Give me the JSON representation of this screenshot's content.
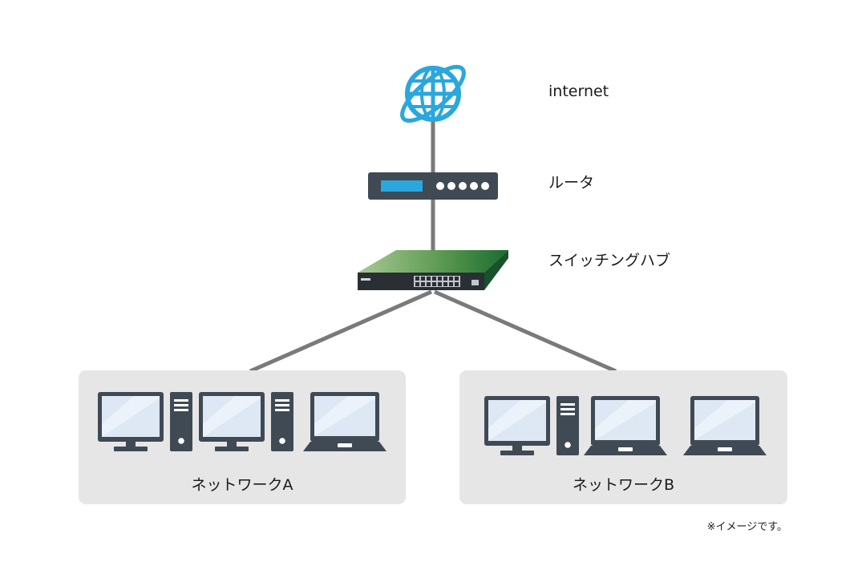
{
  "labels": {
    "internet": "internet",
    "router": "ルータ",
    "switch": "スイッチングハブ",
    "network_a": "ネットワークA",
    "network_b": "ネットワークB",
    "note": "※イメージです。"
  },
  "colors": {
    "globe": "#2aa7dc",
    "device_body": "#3f4a55",
    "screen": "#dde8f4",
    "router_display": "#2aa7dc",
    "switch_dark": "#1c6b2e",
    "switch_light": "#8ab87c",
    "cable": "#7a7a7a",
    "network_box": "#e6e6e6"
  },
  "icons": {
    "internet": "globe-icon",
    "router": "router-icon",
    "switch": "switching-hub-icon",
    "desktop": "desktop-pc-icon",
    "laptop": "laptop-icon"
  }
}
